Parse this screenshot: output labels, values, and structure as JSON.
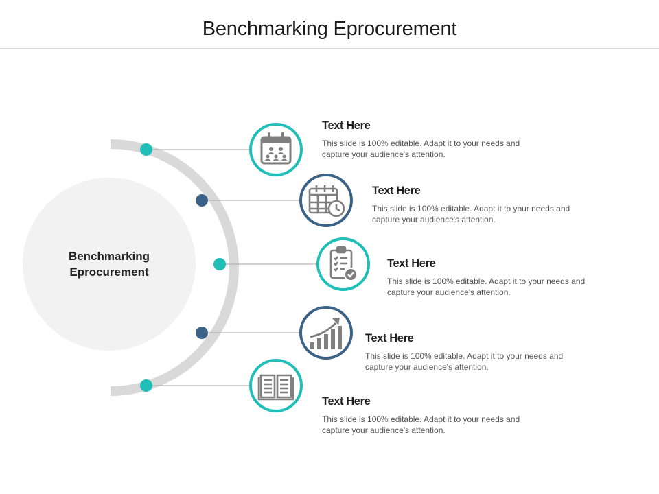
{
  "title": "Benchmarking Eprocurement",
  "center": {
    "line1": "Benchmarking",
    "line2": "Eprocurement"
  },
  "colors": {
    "teal": "#1fbfb8",
    "navy": "#3b6287",
    "arc": "#d9d9d9",
    "circle": "#f2f2f2",
    "icon": "#7f7f7f"
  },
  "items": [
    {
      "heading": "Text Here",
      "body": "This slide is 100% editable. Adapt it to your needs and capture your audience's attention.",
      "icon": "calendar-people-icon",
      "accent": "teal"
    },
    {
      "heading": "Text Here",
      "body": "This slide is 100% editable. Adapt it to your needs and capture your audience's attention.",
      "icon": "calendar-clock-icon",
      "accent": "navy"
    },
    {
      "heading": "Text Here",
      "body": "This slide is 100% editable. Adapt it to your needs and capture your audience's attention.",
      "icon": "clipboard-check-icon",
      "accent": "teal"
    },
    {
      "heading": "Text Here",
      "body": "This slide is 100% editable. Adapt it to your needs and capture your audience's attention.",
      "icon": "growth-chart-icon",
      "accent": "navy"
    },
    {
      "heading": "Text Here",
      "body": "This slide is 100% editable. Adapt it to your needs and capture your audience's attention.",
      "icon": "open-book-icon",
      "accent": "teal"
    }
  ]
}
